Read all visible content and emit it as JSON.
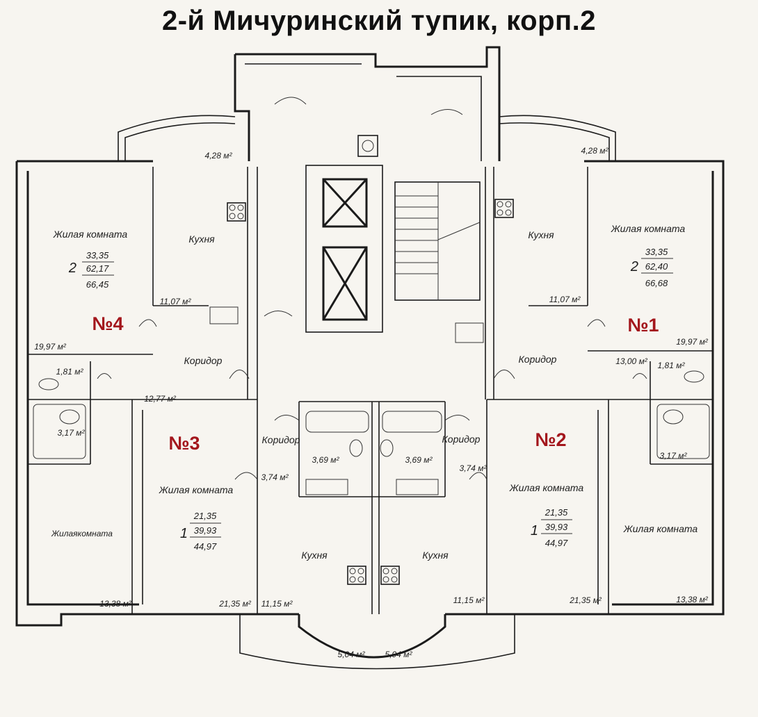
{
  "title": "2-й Мичуринский тупик, корп.2",
  "apartments": [
    {
      "number": "№4",
      "rooms": "2",
      "living_area": "33,35",
      "total_area": "62,17",
      "area_with_balcony": "66,45"
    },
    {
      "number": "№1",
      "rooms": "2",
      "living_area": "33,35",
      "total_area": "62,40",
      "area_with_balcony": "66,68"
    },
    {
      "number": "№3",
      "rooms": "1",
      "living_area": "21,35",
      "total_area": "39,93",
      "area_with_balcony": "44,97"
    },
    {
      "number": "№2",
      "rooms": "1",
      "living_area": "21,35",
      "total_area": "39,93",
      "area_with_balcony": "44,97"
    }
  ],
  "room_labels": {
    "living": "Жилая комната",
    "living_compact": "Жилаякомната",
    "kitchen": "Кухня",
    "corridor": "Коридор"
  },
  "areas": {
    "balcony_left": "4,28 м²",
    "balcony_right": "4,28 м²",
    "kitchen_4": "11,07 м²",
    "kitchen_1": "11,07 м²",
    "living_4": "19,97 м²",
    "living_1": "19,97 м²",
    "toilet_4": "1,81 м²",
    "toilet_1": "1,81 м²",
    "corridor_1": "13,00 м²",
    "corridor_4": "12,77 м²",
    "bath_4": "3,17 м²",
    "bath_1": "3,17 м²",
    "bath_3": "3,69 м²",
    "bath_2": "3,69 м²",
    "corridor_3": "3,74 м²",
    "corridor_2": "3,74 м²",
    "living_4b": "13,38 м²",
    "living_1b": "13,38 м²",
    "living_3": "21,35 м²",
    "living_2": "21,35 м²",
    "kitchen_3": "11,15 м²",
    "kitchen_2": "11,15 м²",
    "balcony_bottom_left": "5,04 м²",
    "balcony_bottom_right": "5,04 м²"
  }
}
